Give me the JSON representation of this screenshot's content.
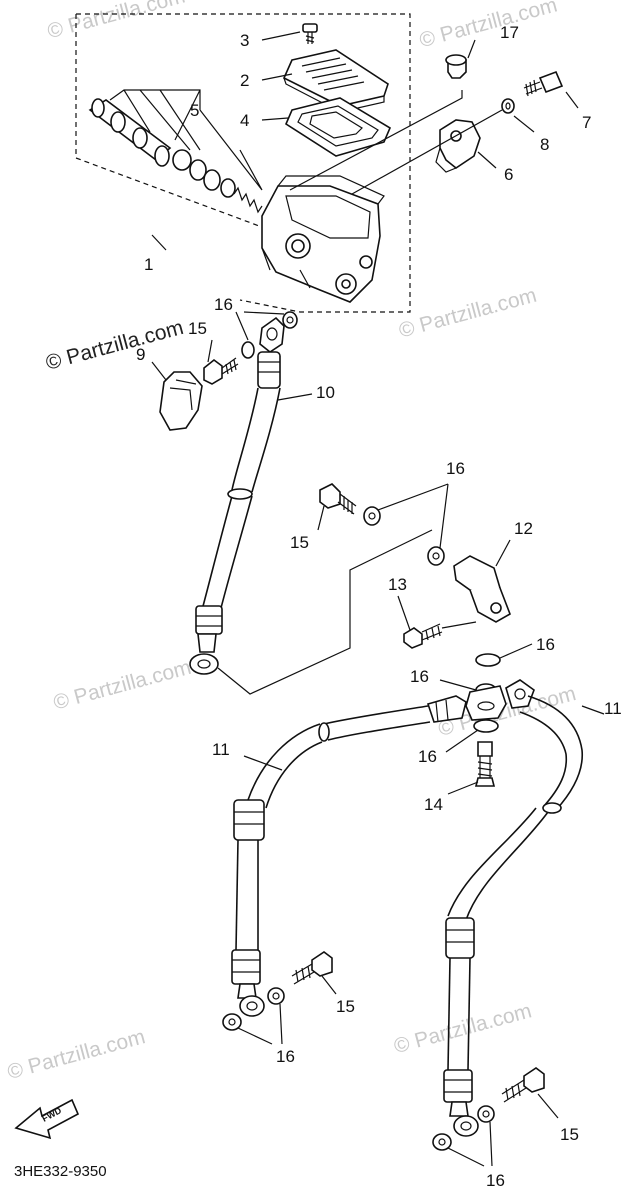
{
  "watermark": {
    "text": "© Partzilla.com",
    "text_bold": "© Partzilla.com"
  },
  "diagram_code": "3HE332-9350",
  "fwd_label": "FWD",
  "callouts": {
    "c1": "1",
    "c2": "2",
    "c3": "3",
    "c4": "4",
    "c5": "5",
    "c6": "6",
    "c7": "7",
    "c8": "8",
    "c9": "9",
    "c10": "10",
    "c11a": "11",
    "c11b": "11",
    "c12": "12",
    "c13": "13",
    "c14": "14",
    "c15a": "15",
    "c15b": "15",
    "c15c": "15",
    "c15d": "15",
    "c16a": "16",
    "c16b": "16",
    "c16c": "16",
    "c16d": "16",
    "c16e": "16",
    "c16f": "16",
    "c16g": "16",
    "c17": "17"
  }
}
